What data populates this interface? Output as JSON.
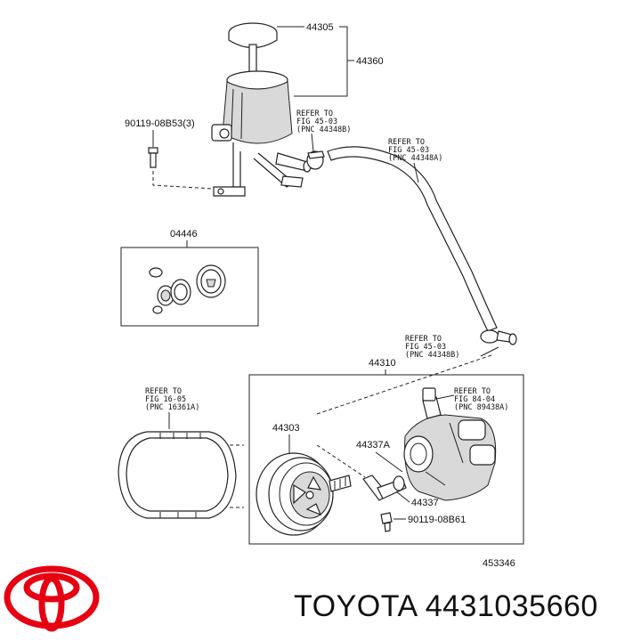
{
  "labels": {
    "p44305": "44305",
    "p44360": "44360",
    "bolt1": "90119-08B53(3)",
    "p04446": "04446",
    "p44310": "44310",
    "p44303": "44303",
    "p44337A": "44337A",
    "p44337": "44337",
    "bolt2": "90119-08B61",
    "diagram_no": "453346"
  },
  "refs": {
    "r1": [
      "REFER TO",
      "FIG 45-03",
      "(PNC 44348B)"
    ],
    "r2": [
      "REFER TO",
      "FIG 45-03",
      "(PNC 44348A)"
    ],
    "r3": [
      "REFER TO",
      "FIG 45-03",
      "(PNC 44348B)"
    ],
    "r4": [
      "REFER TO",
      "FIG 16-05",
      "(PNC 16361A)"
    ],
    "r5": [
      "REFER TO",
      "FIG 84-04",
      "(PNC 89438A)"
    ]
  },
  "brand": {
    "text": "TOYOTA 4431035660",
    "logo_color": "#e60012"
  }
}
